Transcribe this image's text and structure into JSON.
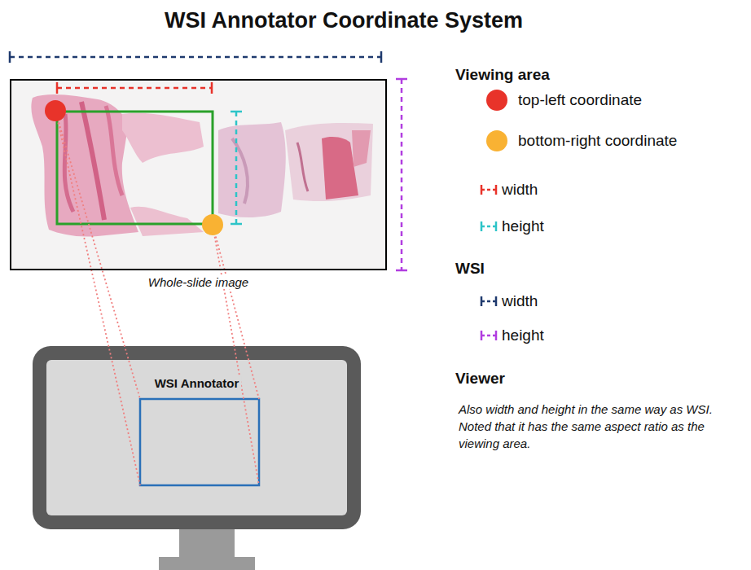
{
  "diagram": {
    "title": "WSI Annotator Coordinate System",
    "nodes": [
      {
        "text": [
          "Whole-slide image"
        ]
      },
      {
        "text": [
          "WSI Annotator"
        ]
      }
    ],
    "labels": [
      "Viewing area",
      "WSI",
      "Viewer",
      "Also width and height in the same way as WSI. Noted that it has the same aspect ratio as the viewing area."
    ],
    "legend": [
      {
        "text": "top-left coordinate",
        "color": "#e8332a"
      },
      {
        "text": "bottom-right coordinate",
        "color": "#f9b233"
      },
      {
        "text": "width"
      },
      {
        "text": "height"
      },
      {
        "text": "width"
      },
      {
        "text": "height"
      }
    ]
  }
}
